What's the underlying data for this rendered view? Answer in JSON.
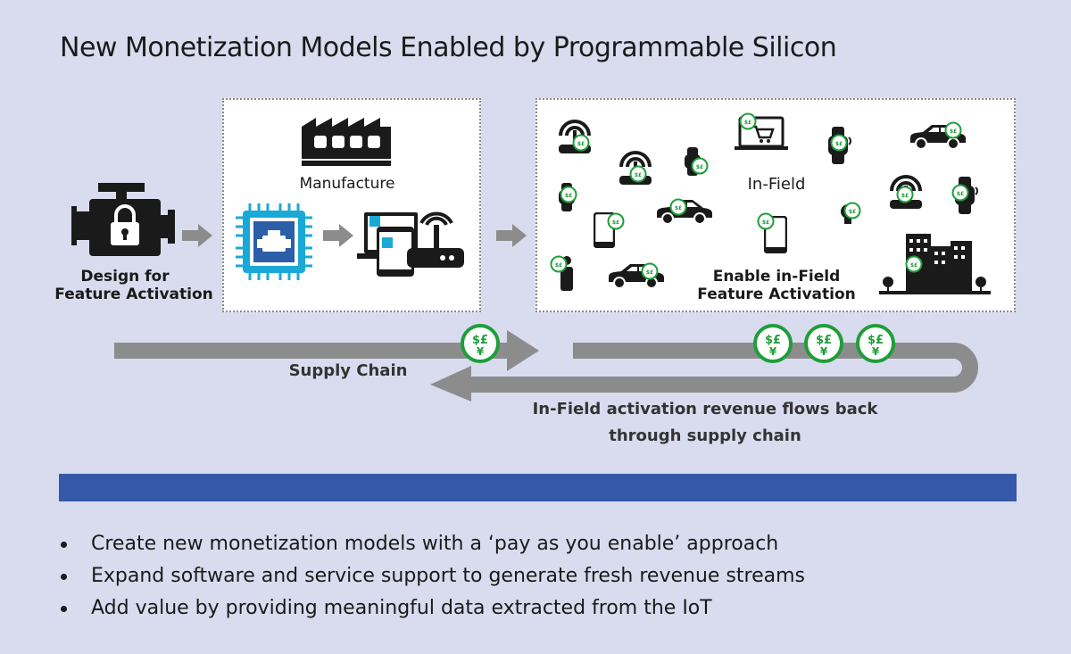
{
  "title": "New Monetization Models Enabled by Programmable Silicon",
  "design_label": [
    "Design for",
    "Feature Activation"
  ],
  "manufacture_label": "Manufacture",
  "infield_label": "In-Field",
  "enable_label": [
    "Enable in-Field",
    "Feature Activation"
  ],
  "supply_chain_label": "Supply Chain",
  "revenue_label": [
    "In-Field activation revenue flows back",
    "through supply chain"
  ],
  "coin_symbols": "$£¥",
  "bullets": [
    "Create new monetization models with a ‘pay as you enable’ approach",
    "Expand software and service support to generate fresh revenue streams",
    "Add value by providing meaningful data extracted from the IoT"
  ],
  "colors": {
    "background": "#d9dcee",
    "accent_bar": "#3558a8",
    "coin_green": "#1e9e3a",
    "chip_cyan": "#1aa9d6",
    "arrow_gray": "#8c8c8c",
    "icon_black": "#1a1a1a"
  },
  "icons": [
    "engine-lock-icon",
    "factory-icon",
    "chip-icon",
    "devices-icon",
    "router-icon",
    "car-icon",
    "smartwatch-icon",
    "phone-icon",
    "laptop-cart-icon",
    "city-icon",
    "person-icon",
    "coin-icon"
  ]
}
